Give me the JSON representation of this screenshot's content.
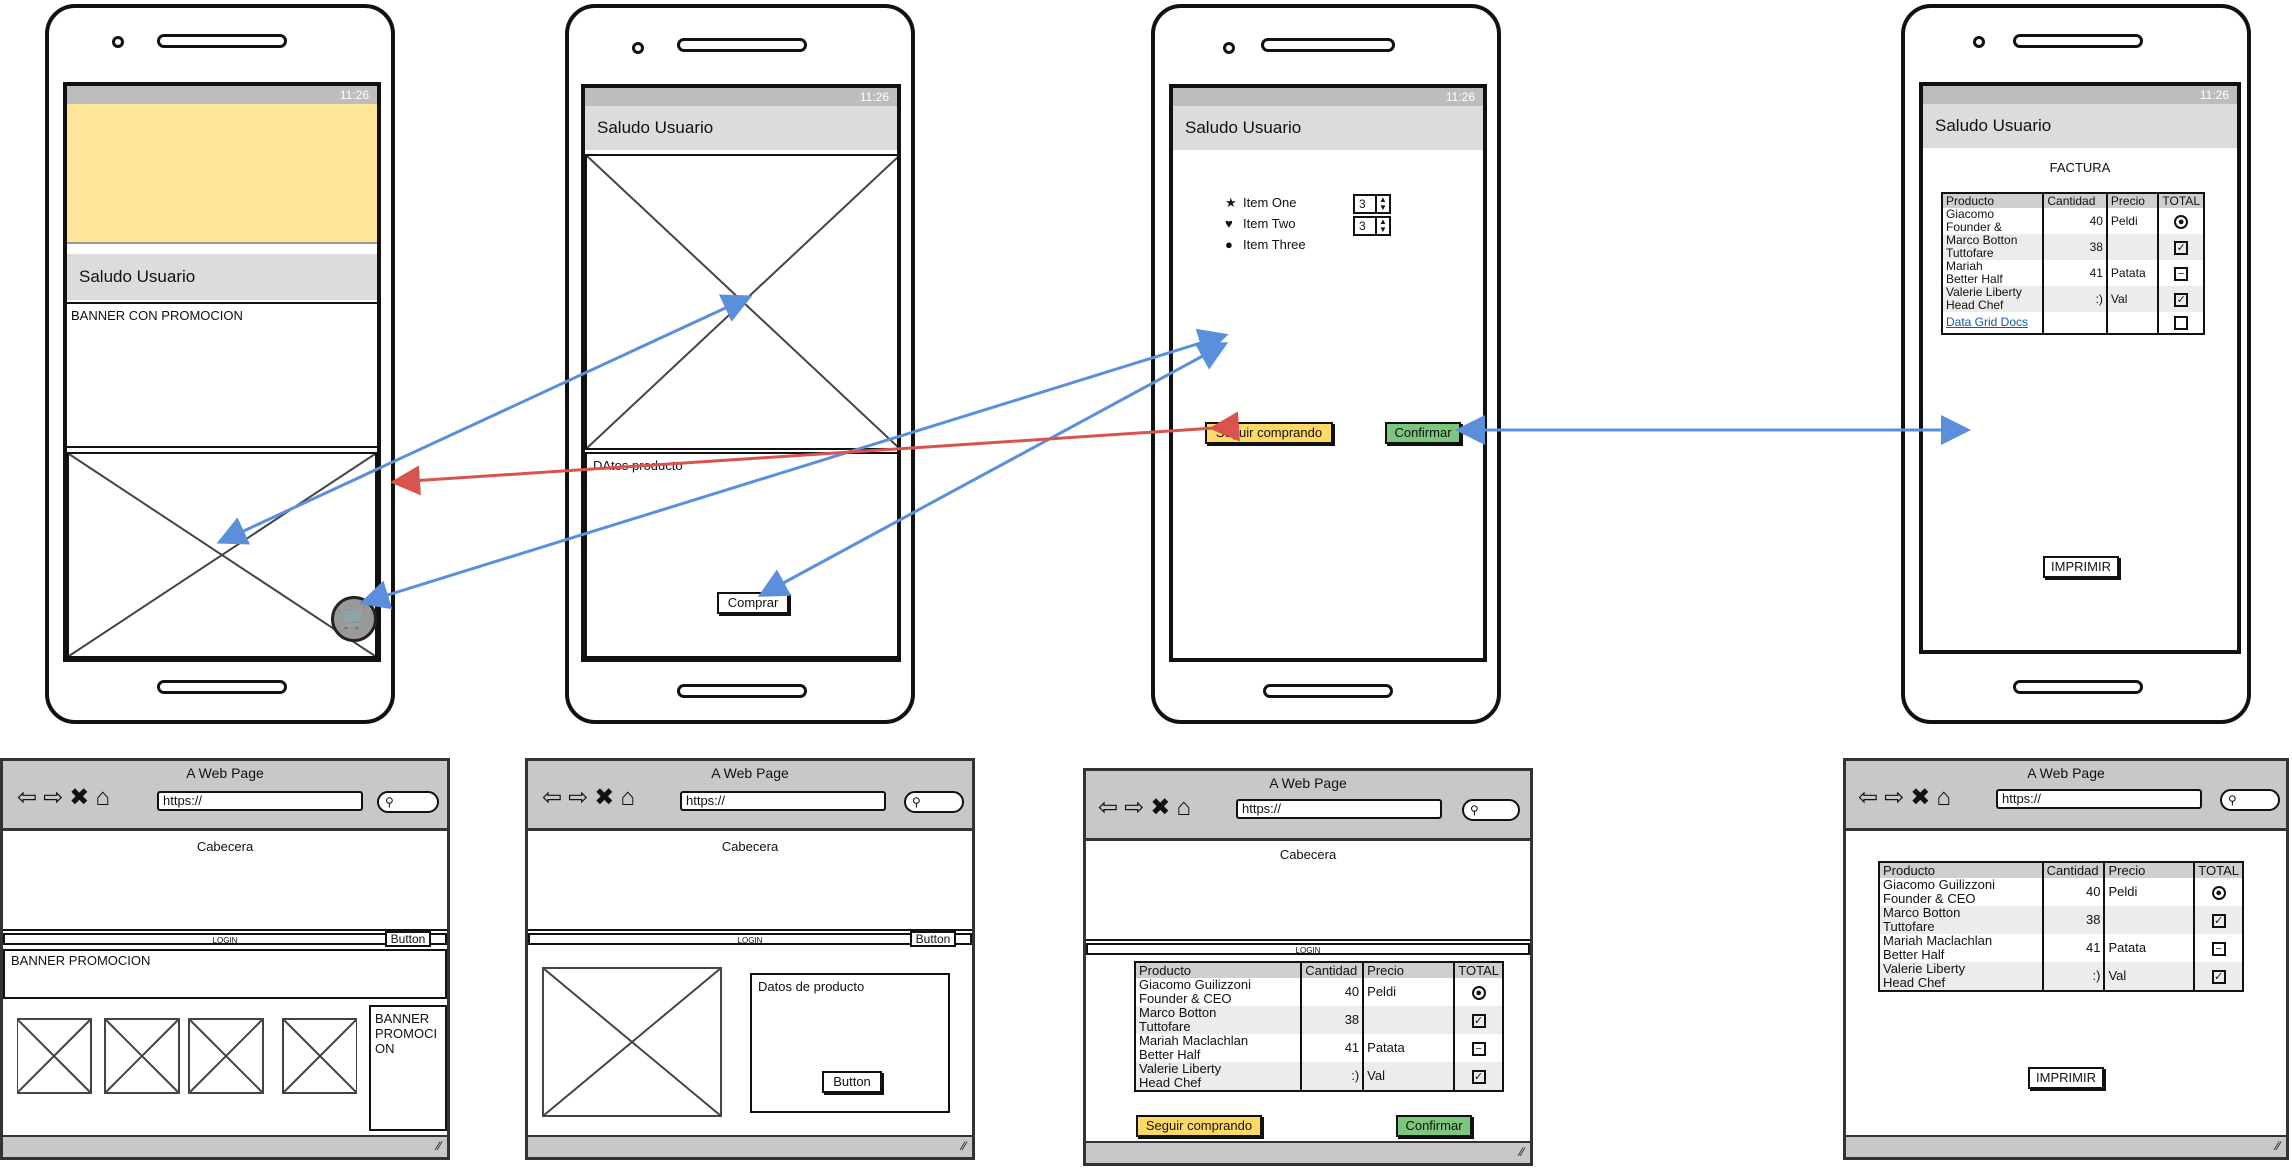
{
  "phones": {
    "status_time": "11:26",
    "greeting": "Saludo Usuario",
    "banner": "BANNER CON PROMOCION",
    "product_details": "DAtos producto",
    "buy_button": "Comprar",
    "items": [
      {
        "label": "Item One",
        "icon": "star-icon",
        "qty": "3"
      },
      {
        "label": "Item Two",
        "icon": "heart-icon",
        "qty": "3"
      },
      {
        "label": "Item Three",
        "icon": "circle-icon",
        "qty": ""
      }
    ],
    "continue_button": "Seguir comprando",
    "confirm_button": "Confirmar",
    "invoice_title": "FACTURA",
    "print_button": "IMPRIMIR",
    "data_grid_link": "Data Grid Docs"
  },
  "grid": {
    "headers": [
      "Producto",
      "Cantidad",
      "Precio",
      "TOTAL"
    ],
    "rows_phone": [
      {
        "name1": "Giacomo",
        "name2": "Founder &",
        "qty": "40",
        "price": "Peldi",
        "mark": "radio"
      },
      {
        "name1": "Marco Botton",
        "name2": "Tuttofare",
        "qty": "38",
        "price": "",
        "mark": "check"
      },
      {
        "name1": "Mariah",
        "name2": "Better Half",
        "qty": "41",
        "price": "Patata",
        "mark": "minus"
      },
      {
        "name1": "Valerie Liberty",
        "name2": "Head Chef",
        "qty": ":)",
        "price": "Val",
        "mark": "check"
      }
    ],
    "rows_web": [
      {
        "name1": "Giacomo Guilizzoni",
        "name2": "Founder & CEO",
        "qty": "40",
        "price": "Peldi",
        "mark": "radio"
      },
      {
        "name1": "Marco Botton",
        "name2": "Tuttofare",
        "qty": "38",
        "price": "",
        "mark": "check"
      },
      {
        "name1": "Mariah Maclachlan",
        "name2": "Better Half",
        "qty": "41",
        "price": "Patata",
        "mark": "minus"
      },
      {
        "name1": "Valerie Liberty",
        "name2": "Head Chef",
        "qty": ":)",
        "price": "Val",
        "mark": "check"
      }
    ]
  },
  "web": {
    "page_title": "A Web Page",
    "url": "https://",
    "header": "Cabecera",
    "login": "LOGIN",
    "button": "Button",
    "banner": "BANNER PROMOCION",
    "banner_side": "BANNER PROMOCI ON",
    "product_details": "Datos de producto",
    "continue_button": "Seguir comprando",
    "confirm_button": "Confirmar",
    "print_button": "IMPRIMIR"
  },
  "colors": {
    "arrow_blue": "#5b8fdc",
    "arrow_red": "#d9534f",
    "yellow": "#ffe599",
    "button_yellow": "#ffd966",
    "button_green": "#7dc67d"
  }
}
